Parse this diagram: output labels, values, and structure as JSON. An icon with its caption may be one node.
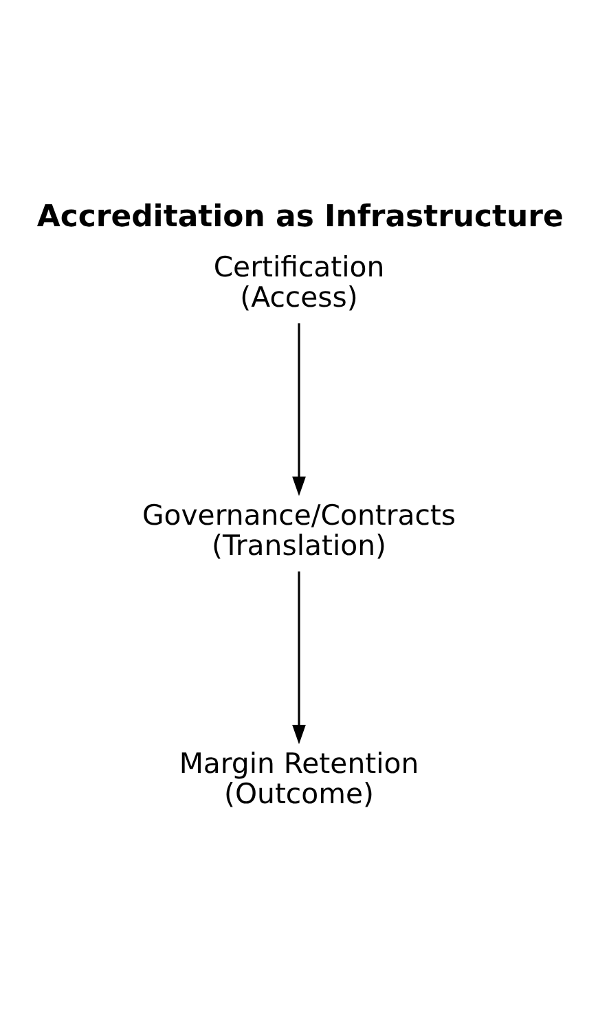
{
  "diagram": {
    "title": "Accreditation as Infrastructure",
    "nodes": [
      {
        "text": [
          "Certification",
          "(Access)"
        ]
      },
      {
        "text": [
          "Governance/Contracts",
          "(Translation)"
        ]
      },
      {
        "text": [
          "Margin Retention",
          "(Outcome)"
        ]
      }
    ],
    "edges": [
      {
        "from": 0,
        "to": 1,
        "arrow": "to"
      },
      {
        "from": 1,
        "to": 2,
        "arrow": "to"
      }
    ]
  }
}
